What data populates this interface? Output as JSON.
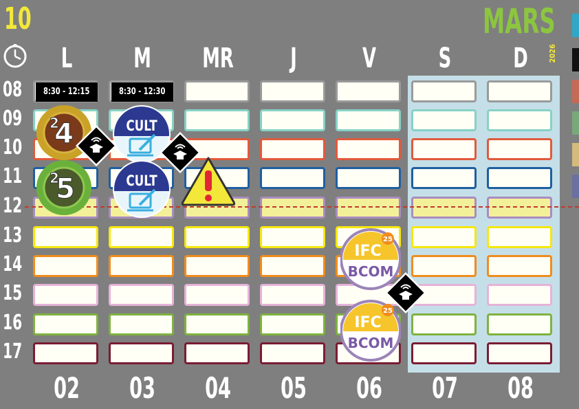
{
  "header": {
    "week_number": "10",
    "month": "MARS",
    "year": "2026"
  },
  "days": [
    "L",
    "M",
    "MR",
    "J",
    "V",
    "S",
    "D"
  ],
  "dates": [
    "02",
    "03",
    "04",
    "05",
    "06",
    "07",
    "08"
  ],
  "hours": [
    "08",
    "09",
    "10",
    "11",
    "12",
    "13",
    "14",
    "15",
    "16",
    "17"
  ],
  "hour_colors": [
    "#9a9a9a",
    "#86d2c5",
    "#e05a3c",
    "#1f5fa0",
    "#a98cc0",
    "#f5e70f",
    "#f08c1e",
    "#e5b3d9",
    "#7fb23f",
    "#7a1c32"
  ],
  "weekend_color": "#c5dfe8",
  "legend_colors": [
    "#2fa8c8",
    "#111111",
    "#c46a55",
    "#79a87a",
    "#d4bb7d",
    "#6a70a0"
  ],
  "time_tags": [
    {
      "day": "L",
      "text": "8:30 - 12:15"
    },
    {
      "day": "M",
      "text": "8:30 - 12:30"
    }
  ],
  "badges": [
    {
      "type": "number",
      "text": "4",
      "small": "2",
      "color": "#c9a227",
      "inner": "#7b3a1a"
    },
    {
      "type": "number",
      "text": "5",
      "small": "2",
      "color": "#6ab13b",
      "inner": "#4a5a2a"
    },
    {
      "type": "cult",
      "text": "CULT"
    },
    {
      "type": "cult",
      "text": "CULT"
    },
    {
      "type": "ifc",
      "top": "IFC",
      "bottom": "BCOM",
      "sup": "25"
    },
    {
      "type": "ifc",
      "top": "IFC",
      "bottom": "BCOM",
      "sup": "25"
    }
  ],
  "icons": [
    "clock-icon",
    "online-graduation-icon",
    "warning-icon"
  ]
}
